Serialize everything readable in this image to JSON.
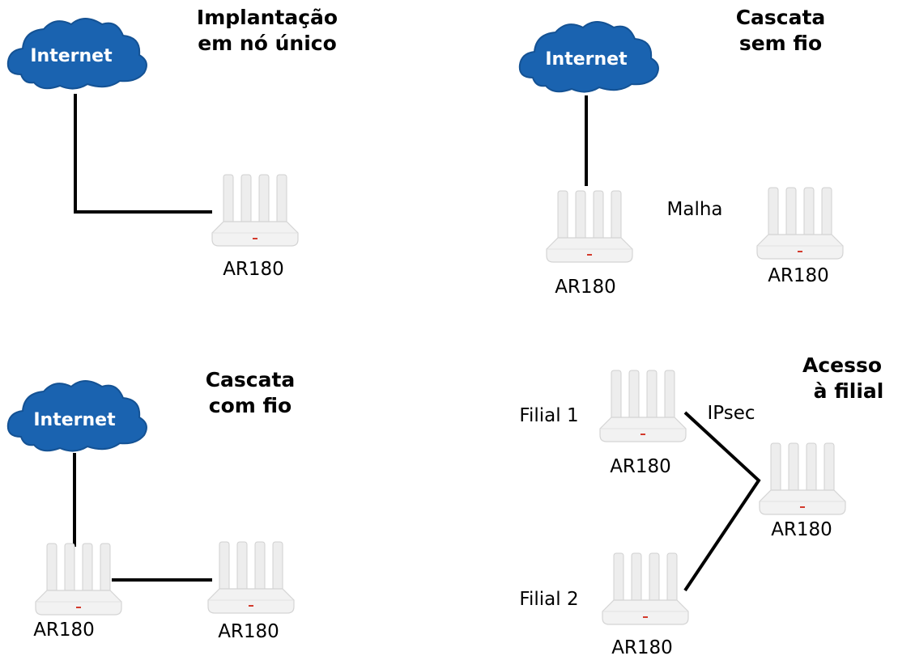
{
  "colors": {
    "cloud": "#1a63b0",
    "cloud_shade": "#145294",
    "router_body": "#f0f0f0",
    "router_edge": "#d4d4d4",
    "router_led": "#d33a2c",
    "line": "#000000"
  },
  "icons": [
    "cloud-icon",
    "router-icon"
  ],
  "panels": {
    "single": {
      "title_line1": "Implantação",
      "title_line2": "em nó único",
      "cloud_label": "Internet",
      "router_label": "AR180"
    },
    "wireless": {
      "title_line1": "Cascata",
      "title_line2": "sem fio",
      "cloud_label": "Internet",
      "link_label": "Malha",
      "router1_label": "AR180",
      "router2_label": "AR180"
    },
    "wired": {
      "title_line1": "Cascata",
      "title_line2": "com fio",
      "cloud_label": "Internet",
      "router1_label": "AR180",
      "router2_label": "AR180"
    },
    "branch": {
      "title_line1": "Acesso",
      "title_line2": "à filial",
      "branch1_label": "Filial 1",
      "branch2_label": "Filial 2",
      "link_label": "IPsec",
      "router1_label": "AR180",
      "router2_label": "AR180",
      "hub_label": "AR180"
    }
  }
}
